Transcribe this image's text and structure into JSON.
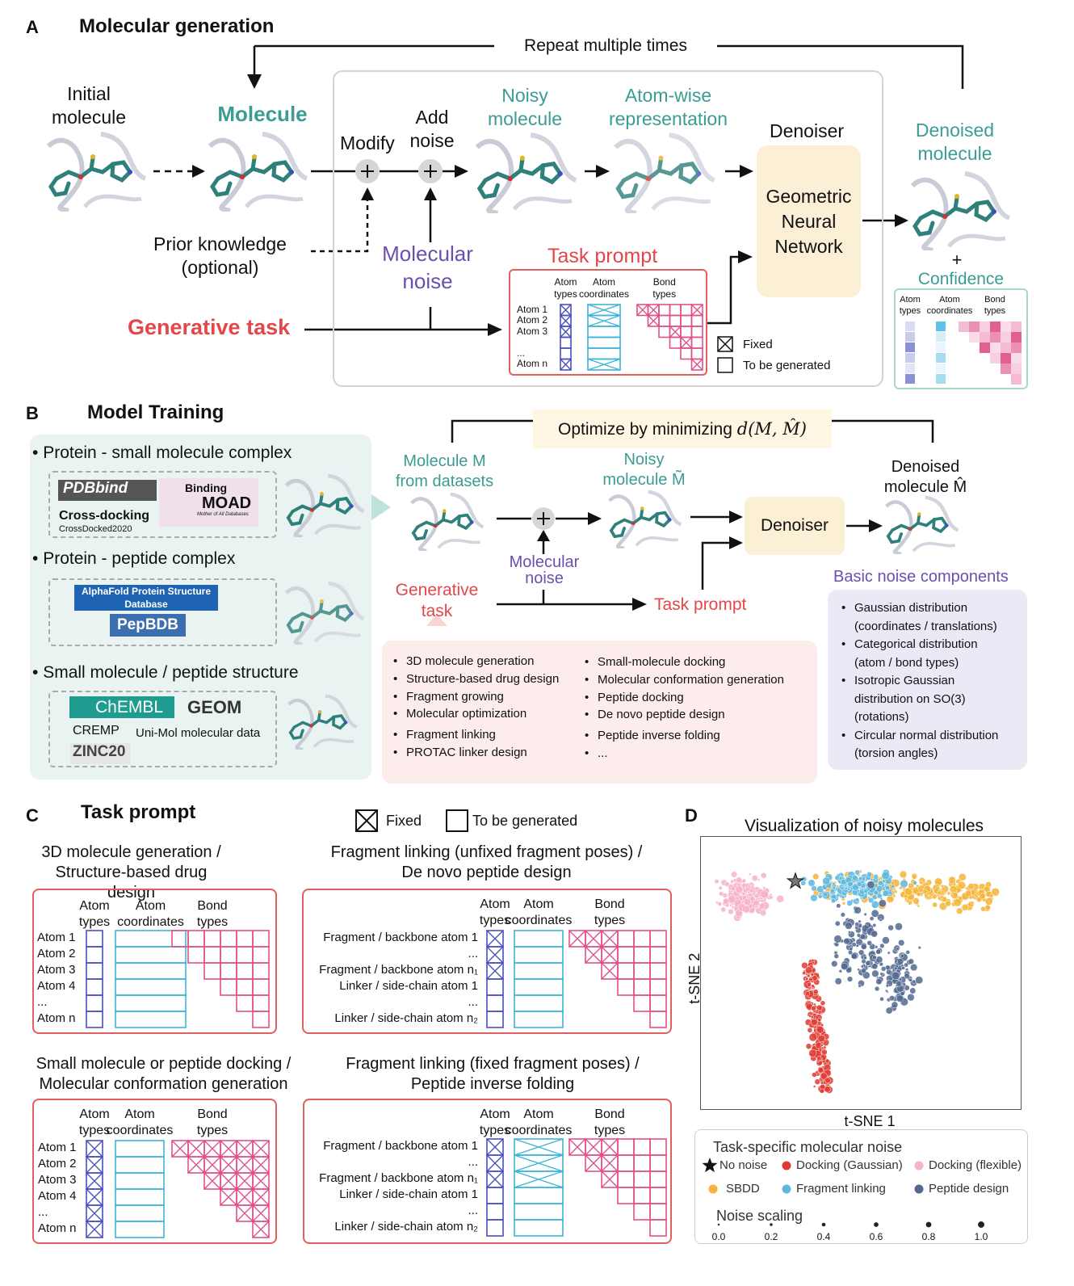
{
  "panelA": {
    "label": "A",
    "title": "Molecular generation",
    "repeat": "Repeat multiple times",
    "initial_molecule": "Initial\nmolecule",
    "molecule": "Molecule",
    "modify": "Modify",
    "add_noise": "Add\nnoise",
    "noisy_molecule": "Noisy\nmolecule",
    "atomwise": "Atom-wise\nrepresentation",
    "denoiser": "Denoiser",
    "gnn": "Geometric\nNeural\nNetwork",
    "denoised_molecule": "Denoised\nmolecule",
    "plus": "+",
    "confidence": "Confidence",
    "confidence_headers": [
      "Atom\ntypes",
      "Atom\ncoordinates",
      "Bond\ntypes"
    ],
    "prior_knowledge": "Prior knowledge\n(optional)",
    "molecular_noise": "Molecular\nnoise",
    "task_prompt": "Task prompt",
    "generative_task": "Generative task",
    "legend_fixed": "Fixed",
    "legend_generated": "To be generated",
    "prompt_table": {
      "headers": [
        "Atom\ntypes",
        "Atom\ncoordinates",
        "Bond\ntypes"
      ],
      "rows": [
        "Atom 1",
        "Atom 2",
        "Atom 3",
        "",
        "...",
        "Atom n"
      ],
      "types_fixed": [
        true,
        true,
        true,
        false,
        false,
        true
      ],
      "coords_fixed": [
        true,
        true,
        false,
        false,
        false,
        true
      ],
      "bonds_fixed": [
        [
          0,
          0
        ],
        [
          0,
          1
        ],
        [
          0,
          5
        ],
        [
          1,
          1
        ],
        [
          2,
          3
        ],
        [
          3,
          4
        ],
        [
          5,
          5
        ]
      ]
    }
  },
  "panelB": {
    "label": "B",
    "title": "Model Training",
    "datasets": [
      {
        "title": "Protein - small molecule complex"
      },
      {
        "title": "Protein - peptide complex"
      },
      {
        "title": "Small molecule / peptide structure"
      }
    ],
    "logos": {
      "pdbbind": "PDBbind",
      "binding": "Binding",
      "moad": "MOAD",
      "moad_sub": "Mother of All Databases",
      "crossdocking": "Cross-docking",
      "crossdocked": "CrossDocked2020",
      "alphafold": "AlphaFold\nProtein Structure Database",
      "pepbdb": "PepBDB",
      "chembl": "ChEMBL",
      "geom": "GEOM",
      "cremp": "CREMP",
      "unimol": "Uni-Mol molecular data",
      "zinc": "ZINC20"
    },
    "optimize": "Optimize by minimizing ",
    "optimize_formula": "d(M, M̂)",
    "molecule_from_datasets": "Molecule M\nfrom datasets",
    "noisy_molecule": "Noisy\nmolecule M̃",
    "denoiser": "Denoiser",
    "denoised_molecule": "Denoised\nmolecule M̂",
    "molecular_noise": "Molecular\nnoise",
    "generative_task": "Generative\ntask",
    "task_prompt": "Task prompt",
    "plus": "+",
    "tasks_left": [
      "3D molecule generation",
      "Structure-based drug design",
      "Fragment growing",
      "Molecular optimization",
      "Fragment linking",
      "PROTAC linker design"
    ],
    "tasks_right": [
      "Small-molecule docking",
      "Molecular conformation generation",
      "Peptide docking",
      "De novo peptide design",
      "Peptide inverse folding",
      "..."
    ],
    "noise_title": "Basic noise components",
    "noise_items": [
      "Gaussian distribution\n(coordinates / translations)",
      "Categorical distribution\n(atom / bond types)",
      "Isotropic Gaussian\ndistribution on SO(3)\n(rotations)",
      "Circular normal distribution\n(torsion angles)"
    ]
  },
  "panelC": {
    "label": "C",
    "title": "Task prompt",
    "legend_fixed": "Fixed",
    "legend_generated": "To be generated",
    "tables": [
      {
        "title": "3D molecule generation /\nStructure-based drug design",
        "headers": [
          "Atom\ntypes",
          "Atom\ncoordinates",
          "Bond\ntypes"
        ],
        "rows": [
          "Atom 1",
          "Atom 2",
          "Atom 3",
          "Atom 4",
          "...",
          "Atom n"
        ],
        "types_fixed": [
          false,
          false,
          false,
          false,
          false,
          false
        ],
        "coords_fixed": [
          false,
          false,
          false,
          false,
          false,
          false
        ],
        "bonds_fixed": []
      },
      {
        "title": "Fragment linking (unfixed fragment poses) /\nDe novo peptide design",
        "headers": [
          "Atom\ntypes",
          "Atom\ncoordinates",
          "Bond\ntypes"
        ],
        "rows": [
          "Fragment / backbone atom 1",
          "...",
          "Fragment / backbone atom n₁",
          "Linker / side-chain atom 1",
          "...",
          "Linker / side-chain atom n₂"
        ],
        "types_fixed": [
          true,
          true,
          true,
          false,
          false,
          false
        ],
        "coords_fixed": [
          false,
          false,
          false,
          false,
          false,
          false
        ],
        "bonds_fixed": [
          [
            0,
            0
          ],
          [
            0,
            1
          ],
          [
            0,
            2
          ],
          [
            1,
            1
          ],
          [
            1,
            2
          ],
          [
            2,
            2
          ]
        ]
      },
      {
        "title": "Small molecule or peptide docking /\nMolecular conformation generation",
        "headers": [
          "Atom\ntypes",
          "Atom\ncoordinates",
          "Bond\ntypes"
        ],
        "rows": [
          "Atom 1",
          "Atom 2",
          "Atom 3",
          "Atom 4",
          "...",
          "Atom n"
        ],
        "types_fixed": [
          true,
          true,
          true,
          true,
          true,
          true
        ],
        "coords_fixed": [
          false,
          false,
          false,
          false,
          false,
          false
        ],
        "bonds_fixed": "all"
      },
      {
        "title": "Fragment linking (fixed fragment poses) /\nPeptide inverse folding",
        "headers": [
          "Atom\ntypes",
          "Atom\ncoordinates",
          "Bond\ntypes"
        ],
        "rows": [
          "Fragment / backbone atom 1",
          "...",
          "Fragment / backbone atom n₁",
          "Linker / side-chain atom 1",
          "...",
          "Linker / side-chain atom n₂"
        ],
        "types_fixed": [
          true,
          true,
          true,
          false,
          false,
          false
        ],
        "coords_fixed": [
          true,
          true,
          true,
          false,
          false,
          false
        ],
        "bonds_fixed": [
          [
            0,
            0
          ],
          [
            0,
            1
          ],
          [
            0,
            2
          ],
          [
            1,
            1
          ],
          [
            1,
            2
          ],
          [
            2,
            2
          ]
        ]
      }
    ]
  },
  "panelD": {
    "label": "D",
    "title": "Visualization of noisy molecules",
    "xlabel": "t-SNE 1",
    "ylabel": "t-SNE 2",
    "legend_title": "Task-specific molecular noise",
    "legend": [
      {
        "name": "No noise",
        "color": "#1a1a1a",
        "shape": "star"
      },
      {
        "name": "Docking (Gaussian)",
        "color": "#e03b33"
      },
      {
        "name": "Docking (flexible)",
        "color": "#f4b3c8"
      },
      {
        "name": "SBDD",
        "color": "#f5b53a"
      },
      {
        "name": "Fragment linking",
        "color": "#5db8df"
      },
      {
        "name": "Peptide design",
        "color": "#52688f"
      }
    ],
    "scaling_title": "Noise scaling",
    "scaling_ticks": [
      "0.0",
      "0.2",
      "0.4",
      "0.6",
      "0.8",
      "1.0"
    ]
  },
  "colors": {
    "teal": "#3a9c93",
    "purple": "#6b4fb0",
    "red": "#e2474a",
    "types": "#4b4fc0",
    "coords": "#3cb4d8",
    "bonds": "#e0508a"
  }
}
